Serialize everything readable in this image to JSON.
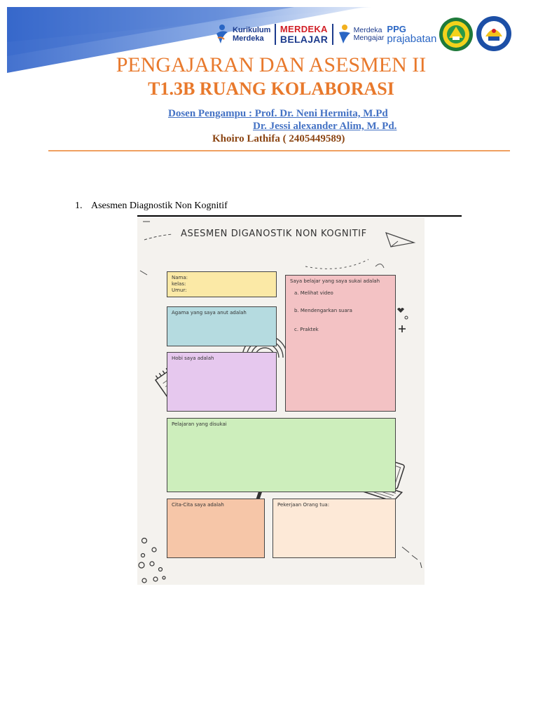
{
  "header": {
    "logos": {
      "kurikulum_merdeka": [
        "Kurikulum",
        "Merdeka"
      ],
      "merdeka_belajar": [
        "MERDEKA",
        "BELAJAR"
      ],
      "merdeka_mengajar": [
        "Merdeka",
        "Mengajar"
      ],
      "ppg": "PPG",
      "prajabatan": "prajabatan"
    }
  },
  "document": {
    "title": "PENGAJARAN DAN ASESMEN II",
    "subtitle": "T1.3B RUANG KOLABORASI",
    "dosen_line1": "Dosen Pengampu : Prof. Dr. Neni Hermita, M.Pd",
    "dosen_line2": "Dr. Jessi alexander Alim, M. Pd.",
    "author": "Khoiro Lathifa ( 2405449589)",
    "list_number": "1.",
    "list_item": "Asesmen Diagnostik Non Kognitif"
  },
  "worksheet": {
    "title": "ASESMEN DIGANOSTIK NON KOGNITIF",
    "identity": [
      "Nama:",
      "kelas:",
      "Umur:"
    ],
    "agama": "Agama yang saya anut  adalah",
    "hobi": "Hobi saya adalah",
    "belajar_title": "Saya belajar yang saya sukai adalah",
    "belajar_options": [
      "a. Melihat video",
      "b. Mendengarkan suara",
      "c. Praktek"
    ],
    "pelajaran": "Pelajaran yang disukai",
    "cita": "Cita-Cita saya adalah",
    "pekerjaan": "Pekerjaan Orang tua:"
  },
  "colors": {
    "accent_orange": "#e8792c",
    "link_blue": "#4472c4",
    "author_brown": "#8b4513",
    "banner_blue": "#3b6fd1",
    "box_yellow": "#fbe9a6",
    "box_teal": "#b5dbe0",
    "box_purple": "#e6c8ee",
    "box_pink": "#f3c2c4",
    "box_green": "#cdeebc",
    "box_peach": "#f6c6a8",
    "box_cream": "#fde9d7"
  }
}
